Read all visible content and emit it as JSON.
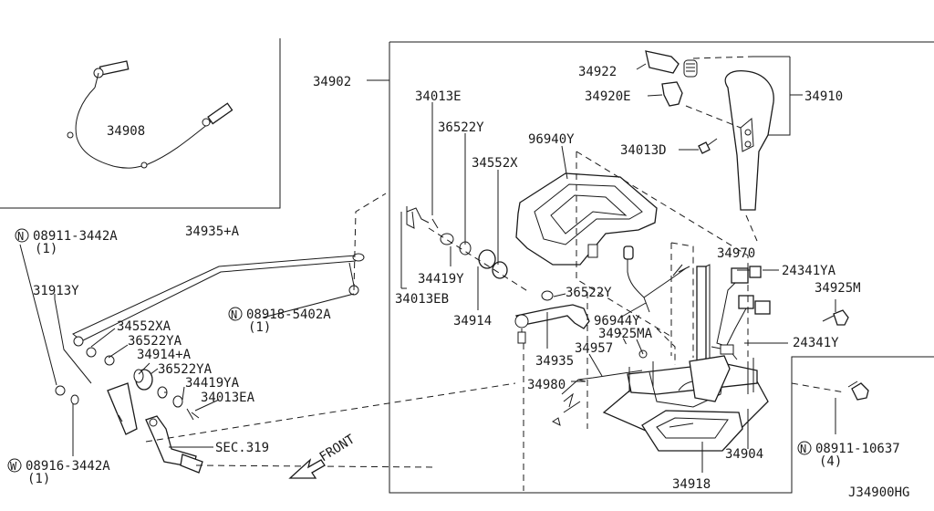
{
  "diagram_code": "J34900HG",
  "front_label": "FRONT",
  "labels": {
    "p34908": "34908",
    "p34902": "34902",
    "p34922": "34922",
    "p34920E": "34920E",
    "p34910": "34910",
    "p34013E": "34013E",
    "p36522Y_top": "36522Y",
    "p96940Y": "96940Y",
    "p34013D": "34013D",
    "p34552X": "34552X",
    "p34970": "34970",
    "p24341YA": "24341YA",
    "p34419Y": "34419Y",
    "p34013EB": "34013EB",
    "p36522Y_mid": "36522Y",
    "p34925M": "34925M",
    "p34914": "34914",
    "p96944Y": "96944Y",
    "p34925MA": "34925MA",
    "p24341Y": "24341Y",
    "p34935": "34935",
    "p34957": "34957",
    "p34980": "34980",
    "p34904": "34904",
    "p34918": "34918",
    "p34935A": "34935+A",
    "p08911_3442A": "08911-3442A",
    "p08911_3442A_qty": "(1)",
    "p31913Y": "31913Y",
    "p08918_5402A": "08918-5402A",
    "p08918_5402A_qty": "(1)",
    "p34552XA": "34552XA",
    "p36522YA_1": "36522YA",
    "p34914A": "34914+A",
    "p36522YA_2": "36522YA",
    "p34419YA": "34419YA",
    "p34013EA": "34013EA",
    "sec319": "SEC.319",
    "p08916_3442A": "08916-3442A",
    "p08916_3442A_qty": "(1)",
    "p08911_10637": "08911-10637",
    "p08911_10637_qty": "(4)",
    "prefix_N": "N",
    "prefix_W": "W"
  }
}
